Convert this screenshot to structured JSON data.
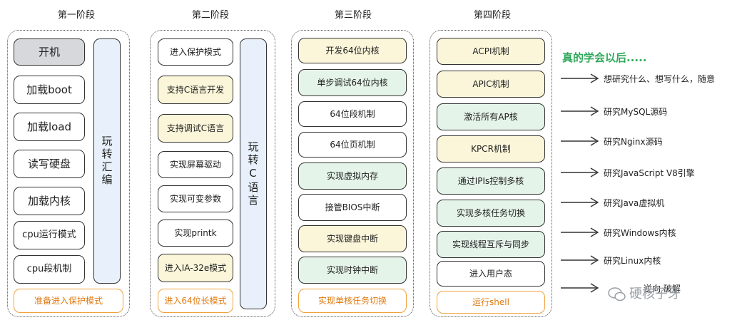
{
  "stages": [
    {
      "title": "第一阶段",
      "items": [
        {
          "label": "开机",
          "style": "gray"
        },
        {
          "label": "加载boot",
          "style": "plain"
        },
        {
          "label": "加载load",
          "style": "plain"
        },
        {
          "label": "读写硬盘",
          "style": "plain"
        },
        {
          "label": "加载内核",
          "style": "plain"
        },
        {
          "label": "cpu运行模式",
          "style": "plain"
        },
        {
          "label": "cpu段机制",
          "style": "plain"
        }
      ],
      "side_label": "玩转汇编",
      "footer": "准备进入保护模式"
    },
    {
      "title": "第二阶段",
      "items": [
        {
          "label": "进入保护模式",
          "style": "plain"
        },
        {
          "label": "支持C语言开发",
          "style": "yellow"
        },
        {
          "label": "支持调试C语言",
          "style": "yellow"
        },
        {
          "label": "实现屏幕驱动",
          "style": "plain"
        },
        {
          "label": "实现可变参数",
          "style": "plain"
        },
        {
          "label": "实现printk",
          "style": "plain"
        },
        {
          "label": "进入IA-32e模式",
          "style": "yellow"
        }
      ],
      "side_label": "玩转C语言",
      "footer": "进入64位长模式"
    },
    {
      "title": "第三阶段",
      "items": [
        {
          "label": "开发64位内核",
          "style": "yellow"
        },
        {
          "label": "单步调试64位内核",
          "style": "green"
        },
        {
          "label": "64位段机制",
          "style": "plain"
        },
        {
          "label": "64位页机制",
          "style": "plain"
        },
        {
          "label": "实现虚拟内存",
          "style": "green"
        },
        {
          "label": "接管BIOS中断",
          "style": "plain"
        },
        {
          "label": "实现键盘中断",
          "style": "yellow"
        },
        {
          "label": "实现时钟中断",
          "style": "green"
        }
      ],
      "footer": "实现单核任务切换"
    },
    {
      "title": "第四阶段",
      "items": [
        {
          "label": "ACPI机制",
          "style": "yellow"
        },
        {
          "label": "APIC机制",
          "style": "yellow"
        },
        {
          "label": "激活所有AP核",
          "style": "green"
        },
        {
          "label": "KPCR机制",
          "style": "yellow"
        },
        {
          "label": "通过IPIs控制多核",
          "style": "green"
        },
        {
          "label": "实现多核任务切换",
          "style": "green"
        },
        {
          "label": "实现线程互斥与同步",
          "style": "green"
        },
        {
          "label": "进入用户态",
          "style": "plain"
        }
      ],
      "footer": "运行shell"
    }
  ],
  "outcomes": {
    "headline": "真的学会以后.....",
    "items": [
      "想研究什么、想写什么，随意",
      "研究MySQL源码",
      "研究Nginx源码",
      "研究JavaScript V8引擎",
      "研究Java虚拟机",
      "研究Windows内核",
      "研究Linux内核",
      "逆向 破解"
    ]
  },
  "watermark": "硬核子牙",
  "colors": {
    "accent_green": "#2ea85a",
    "footer_orange": "#f0a23c",
    "highlight_yellow": "#fbf6d9",
    "highlight_green": "#e5f4e9",
    "side_blue": "#e8f1fb"
  }
}
